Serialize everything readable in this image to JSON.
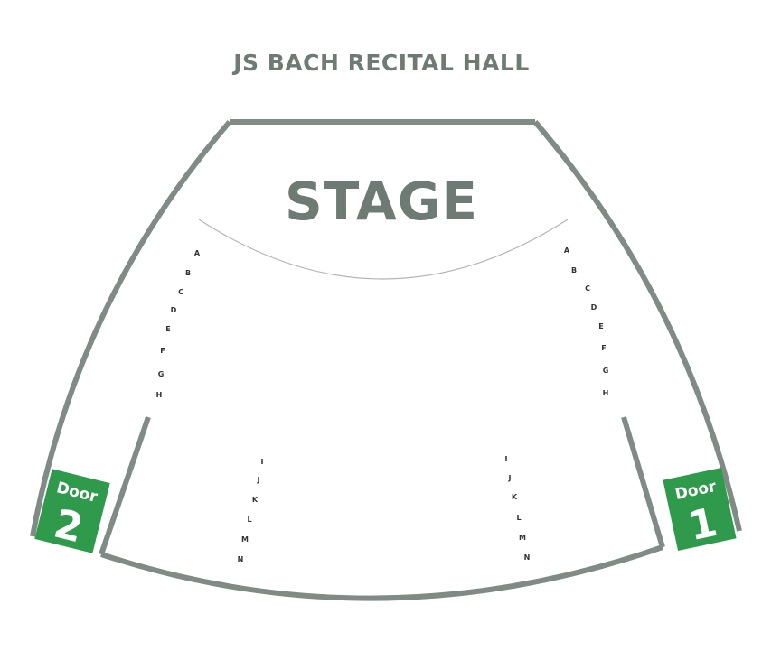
{
  "title": "JS BACH RECITAL HALL",
  "stage": {
    "label": "STAGE"
  },
  "rows": {
    "left_front": [
      "A",
      "B",
      "C",
      "D",
      "E",
      "F",
      "G",
      "H"
    ],
    "right_front": [
      "A",
      "B",
      "C",
      "D",
      "E",
      "F",
      "G",
      "H"
    ],
    "left_rear": [
      "I",
      "J",
      "K",
      "L",
      "M",
      "N"
    ],
    "right_rear": [
      "I",
      "J",
      "K",
      "L",
      "M",
      "N"
    ]
  },
  "doors": {
    "left": {
      "word": "Door",
      "number": "2"
    },
    "right": {
      "word": "Door",
      "number": "1"
    }
  },
  "colors": {
    "wall": "#7f8b84",
    "title": "#6e7b74",
    "door": "#2f9a4c",
    "row_text": "#333333"
  }
}
